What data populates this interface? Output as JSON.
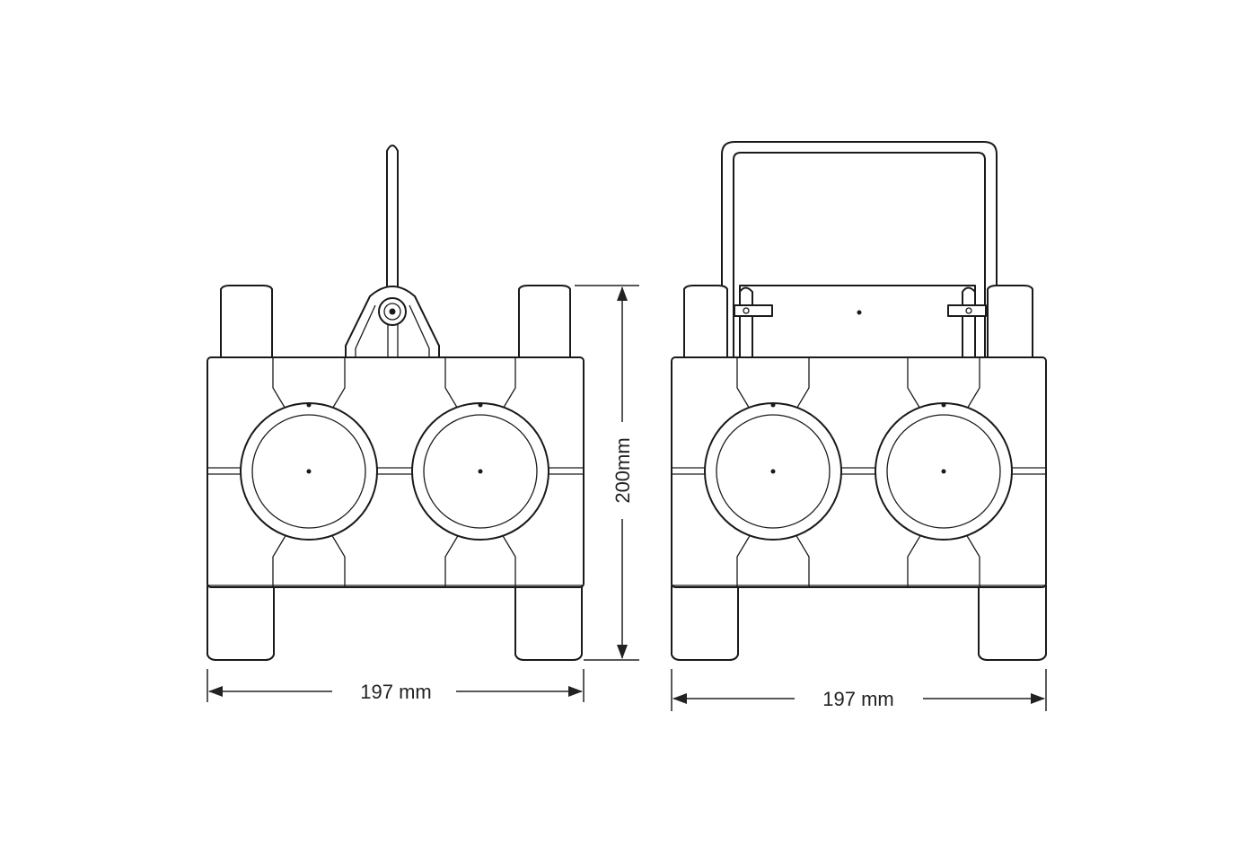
{
  "dimensions": {
    "left_width": "197 mm",
    "right_width": "197 mm",
    "height": "200mm"
  }
}
